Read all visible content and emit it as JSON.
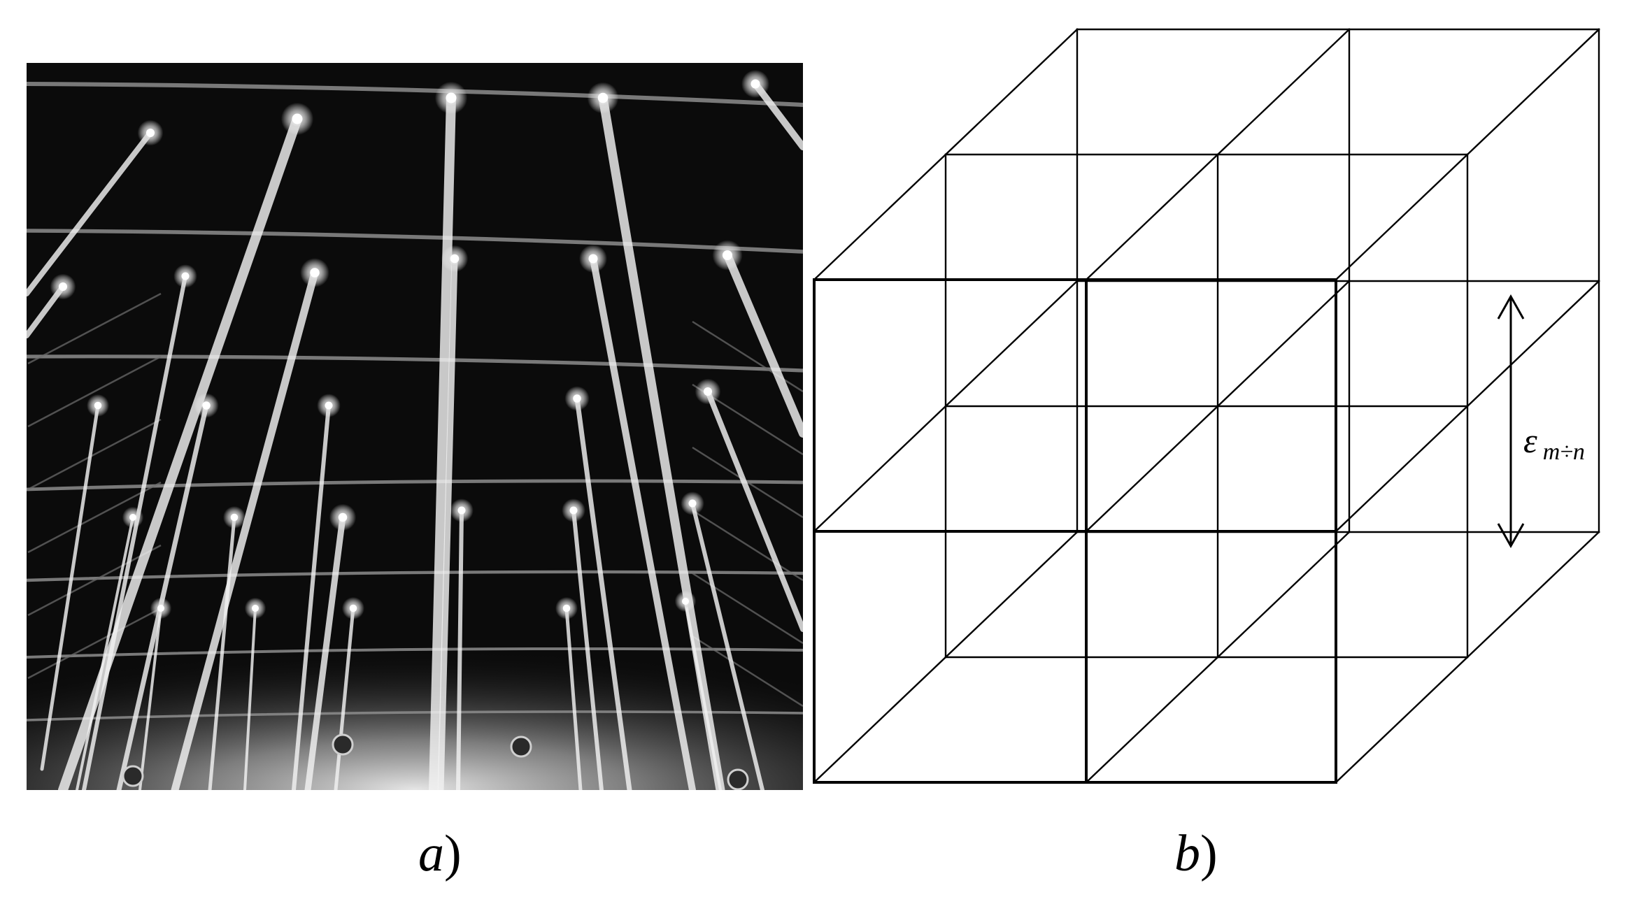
{
  "panels": {
    "a": {
      "letter": "a",
      "close": ")"
    },
    "b": {
      "letter": "b",
      "close": ")"
    }
  },
  "dimension": {
    "symbol": "ε",
    "subscript": "m÷n"
  },
  "colors": {
    "background": "#ffffff",
    "line": "#000000",
    "photo_bg": "#0b0b0b"
  }
}
